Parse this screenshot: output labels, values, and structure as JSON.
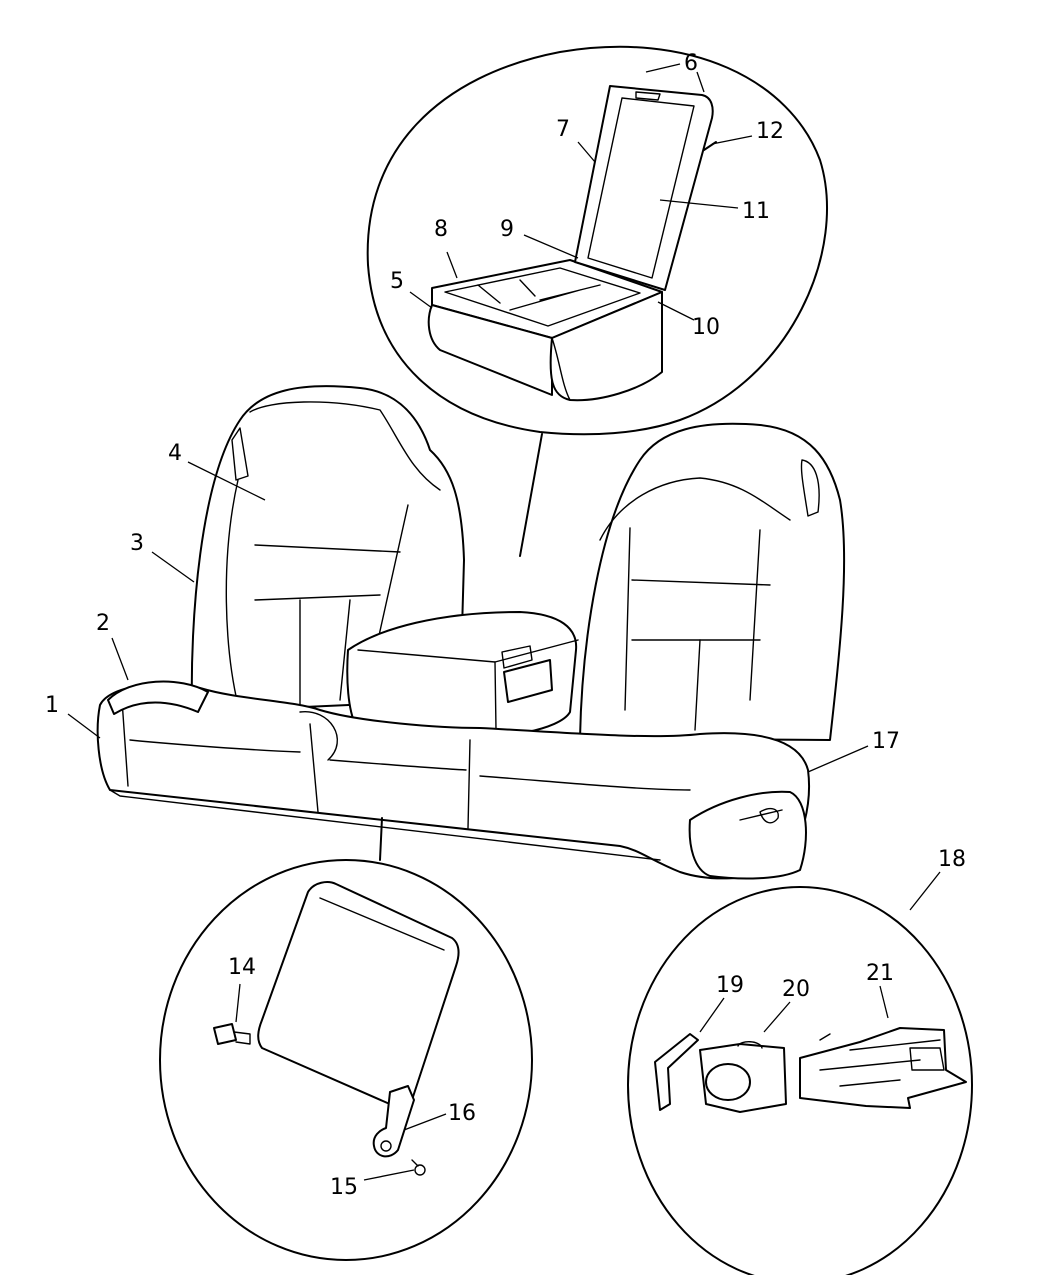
{
  "callouts": {
    "c1": "1",
    "c2": "2",
    "c3": "3",
    "c4": "4",
    "c5": "5",
    "c6": "6",
    "c7": "7",
    "c8": "8",
    "c9": "9",
    "c10": "10",
    "c11": "11",
    "c12": "12",
    "c14": "14",
    "c15": "15",
    "c16": "16",
    "c17": "17",
    "c18": "18",
    "c19": "19",
    "c20": "20",
    "c21": "21"
  }
}
